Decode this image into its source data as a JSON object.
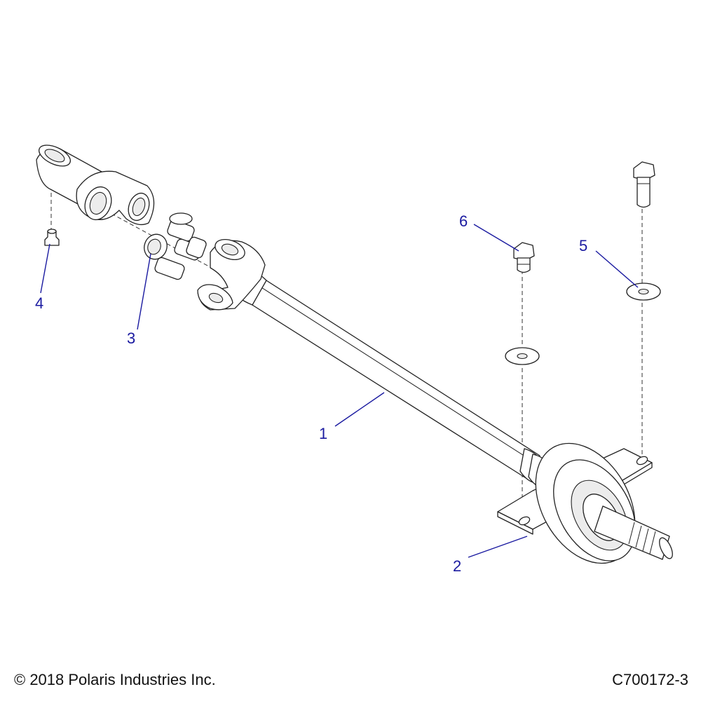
{
  "diagram": {
    "callouts": [
      {
        "label": "1"
      },
      {
        "label": "2"
      },
      {
        "label": "3"
      },
      {
        "label": "4"
      },
      {
        "label": "5"
      },
      {
        "label": "6"
      }
    ]
  },
  "footer": {
    "copyright": "© 2018 Polaris Industries Inc.",
    "drawing_number": "C700172-3"
  },
  "colors": {
    "callout": "#1a1aa0",
    "line": "#222222"
  }
}
